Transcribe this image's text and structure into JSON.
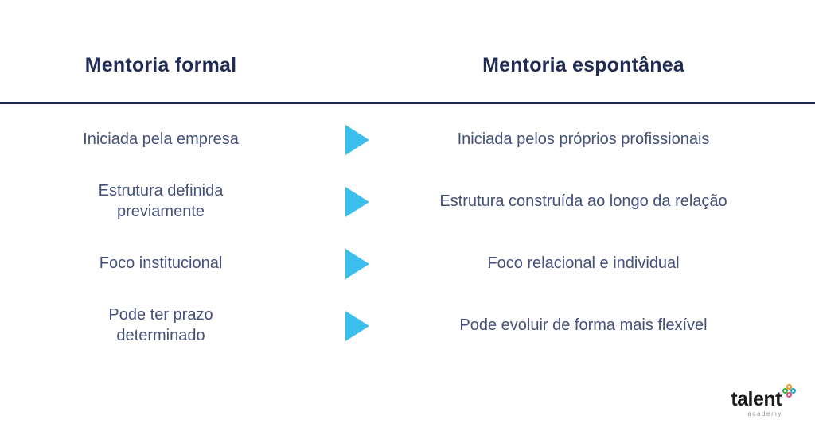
{
  "header": {
    "left": "Mentoria formal",
    "right": "Mentoria espontânea"
  },
  "rows": [
    {
      "formal": "Iniciada pela empresa",
      "espontanea": "Iniciada pelos próprios profissionais"
    },
    {
      "formal": "Estrutura definida\npreviamente",
      "espontanea": "Estrutura construída ao longo da relação"
    },
    {
      "formal": "Foco institucional",
      "espontanea": "Foco relacional e individual"
    },
    {
      "formal": "Pode ter prazo\ndeterminado",
      "espontanea": "Pode evoluir de forma mais flexível"
    }
  ],
  "arrow_icon": "right-triangle-arrow",
  "colors": {
    "background": "#ffffff",
    "heading": "#1f2b53",
    "divider": "#1f2b53",
    "body_text": "#44517a",
    "arrow": "#3bbfed"
  },
  "logo": {
    "name": "talent",
    "subtitle": "academy",
    "icon": "four-ring-flower-icon",
    "icon_colors": [
      "#f7941d",
      "#39b54a",
      "#27aae1",
      "#ef4a81"
    ]
  }
}
